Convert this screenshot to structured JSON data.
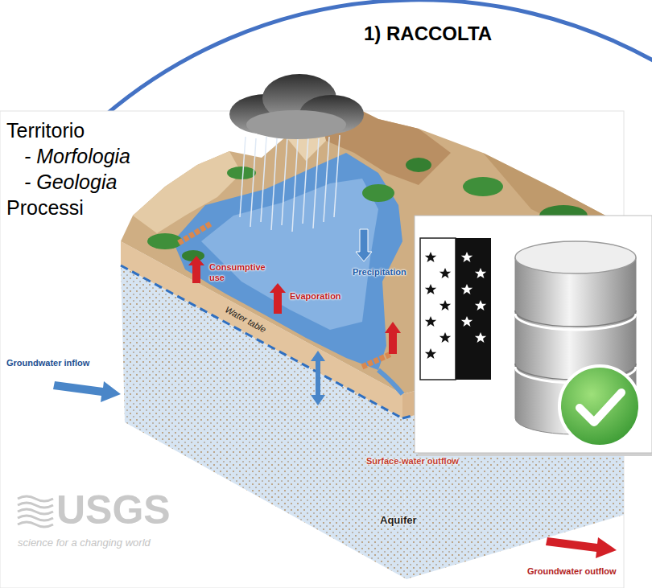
{
  "diagram": {
    "title": "1) RACCOLTA",
    "labels": [
      "Territorio",
      "- Morfologia",
      "- Geologia",
      "Processi",
      "Precipitation",
      "Consumptive use",
      "Evaporation",
      "Groundwater inflow",
      "Water table",
      "Surface-water outflow",
      "Aquifer",
      "Groundwater outflow",
      "USGS",
      "science for a changing world"
    ]
  }
}
